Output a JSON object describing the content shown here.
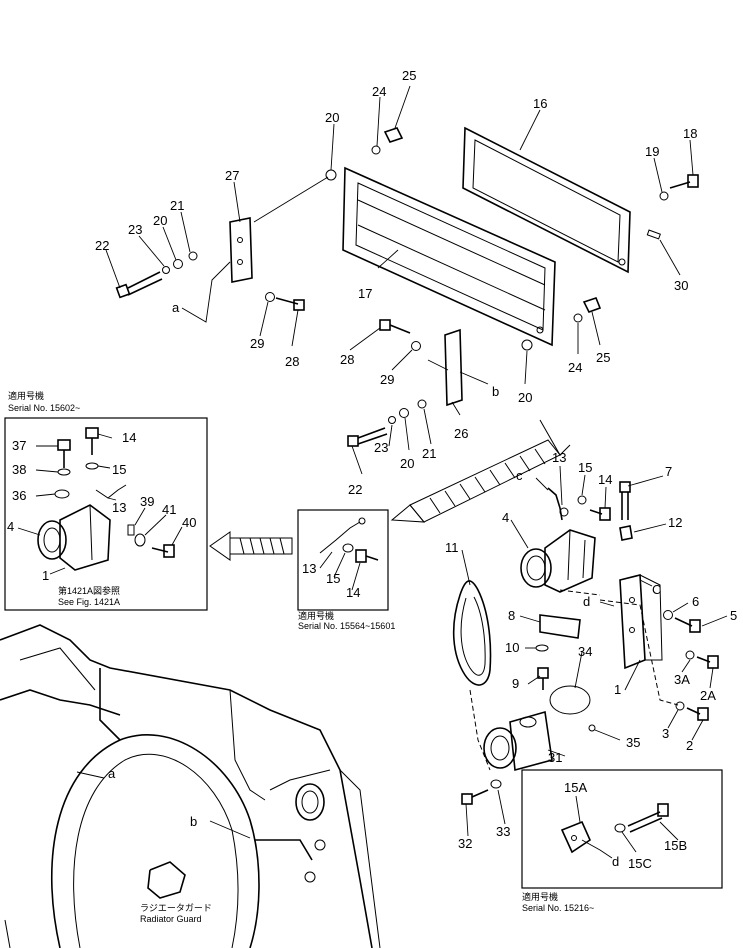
{
  "callouts": {
    "n1": "1",
    "n2": "2",
    "n2a": "2A",
    "n3": "3",
    "n3a": "3A",
    "n4": "4",
    "n5": "5",
    "n6": "6",
    "n7": "7",
    "n8": "8",
    "n9": "9",
    "n10": "10",
    "n11": "11",
    "n12": "12",
    "n13": "13",
    "n14": "14",
    "n15": "15",
    "n15a": "15A",
    "n15b": "15B",
    "n15c": "15C",
    "n16": "16",
    "n17": "17",
    "n18": "18",
    "n19": "19",
    "n20": "20",
    "n21": "21",
    "n22": "22",
    "n23": "23",
    "n24": "24",
    "n25": "25",
    "n26": "26",
    "n27": "27",
    "n28": "28",
    "n29": "29",
    "n30": "30",
    "n31": "31",
    "n32": "32",
    "n33": "33",
    "n34": "34",
    "n35": "35",
    "n36": "36",
    "n37": "37",
    "n38": "38",
    "n39": "39",
    "n40": "40",
    "n41": "41",
    "a": "a",
    "b": "b",
    "c": "c",
    "d": "d",
    "C": "C"
  },
  "notes": {
    "serial_left_jp": "適用号機",
    "serial_left": "Serial No. 15602~",
    "see_fig_jp": "第1421A図参照",
    "see_fig": "See Fig. 1421A",
    "serial_middle_jp": "適用号機",
    "serial_middle": "Serial No. 15564~15601",
    "serial_right_jp": "適用号機",
    "serial_right": "Serial No. 15216~",
    "radiator_guard_jp": "ラジエータガード",
    "radiator_guard": "Radiator Guard"
  }
}
